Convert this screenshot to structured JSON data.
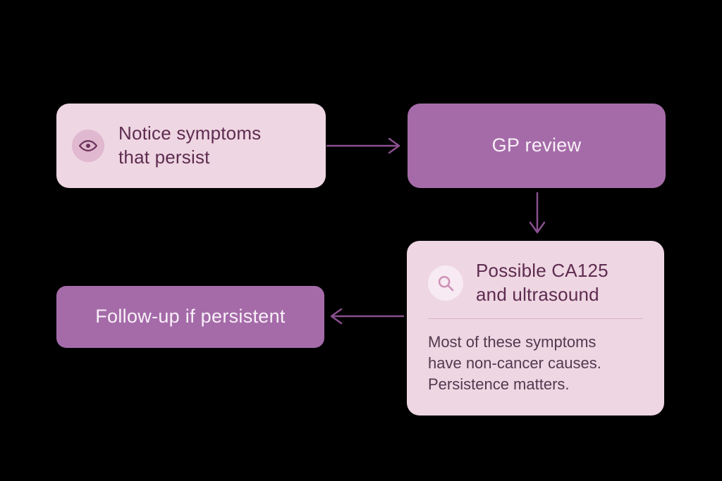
{
  "colors": {
    "background": "#000000",
    "box_light": "#eed6e2",
    "box_dark": "#a56ba9",
    "text_dark": "#5e2c50",
    "text_light": "#f9f0f7",
    "arrow": "#8a4f8f",
    "eye_circle": "#e0b8cf",
    "magnifier_circle": "#f7eaf2",
    "icon_stroke": "#6b3158",
    "magnifier_stroke": "#cf8fb5",
    "divider": "#cfa4bf",
    "note_text": "#54384f"
  },
  "nodes": {
    "notice": {
      "label": "Notice symptoms\nthat persist",
      "icon": "eye-icon"
    },
    "gp_review": {
      "label": "GP review"
    },
    "tests": {
      "title": "Possible CA125\nand ultrasound",
      "icon": "magnifier-icon",
      "note": "Most of these symptoms\nhave non-cancer causes.\nPersistence matters."
    },
    "followup": {
      "label": "Follow-up if persistent"
    }
  }
}
